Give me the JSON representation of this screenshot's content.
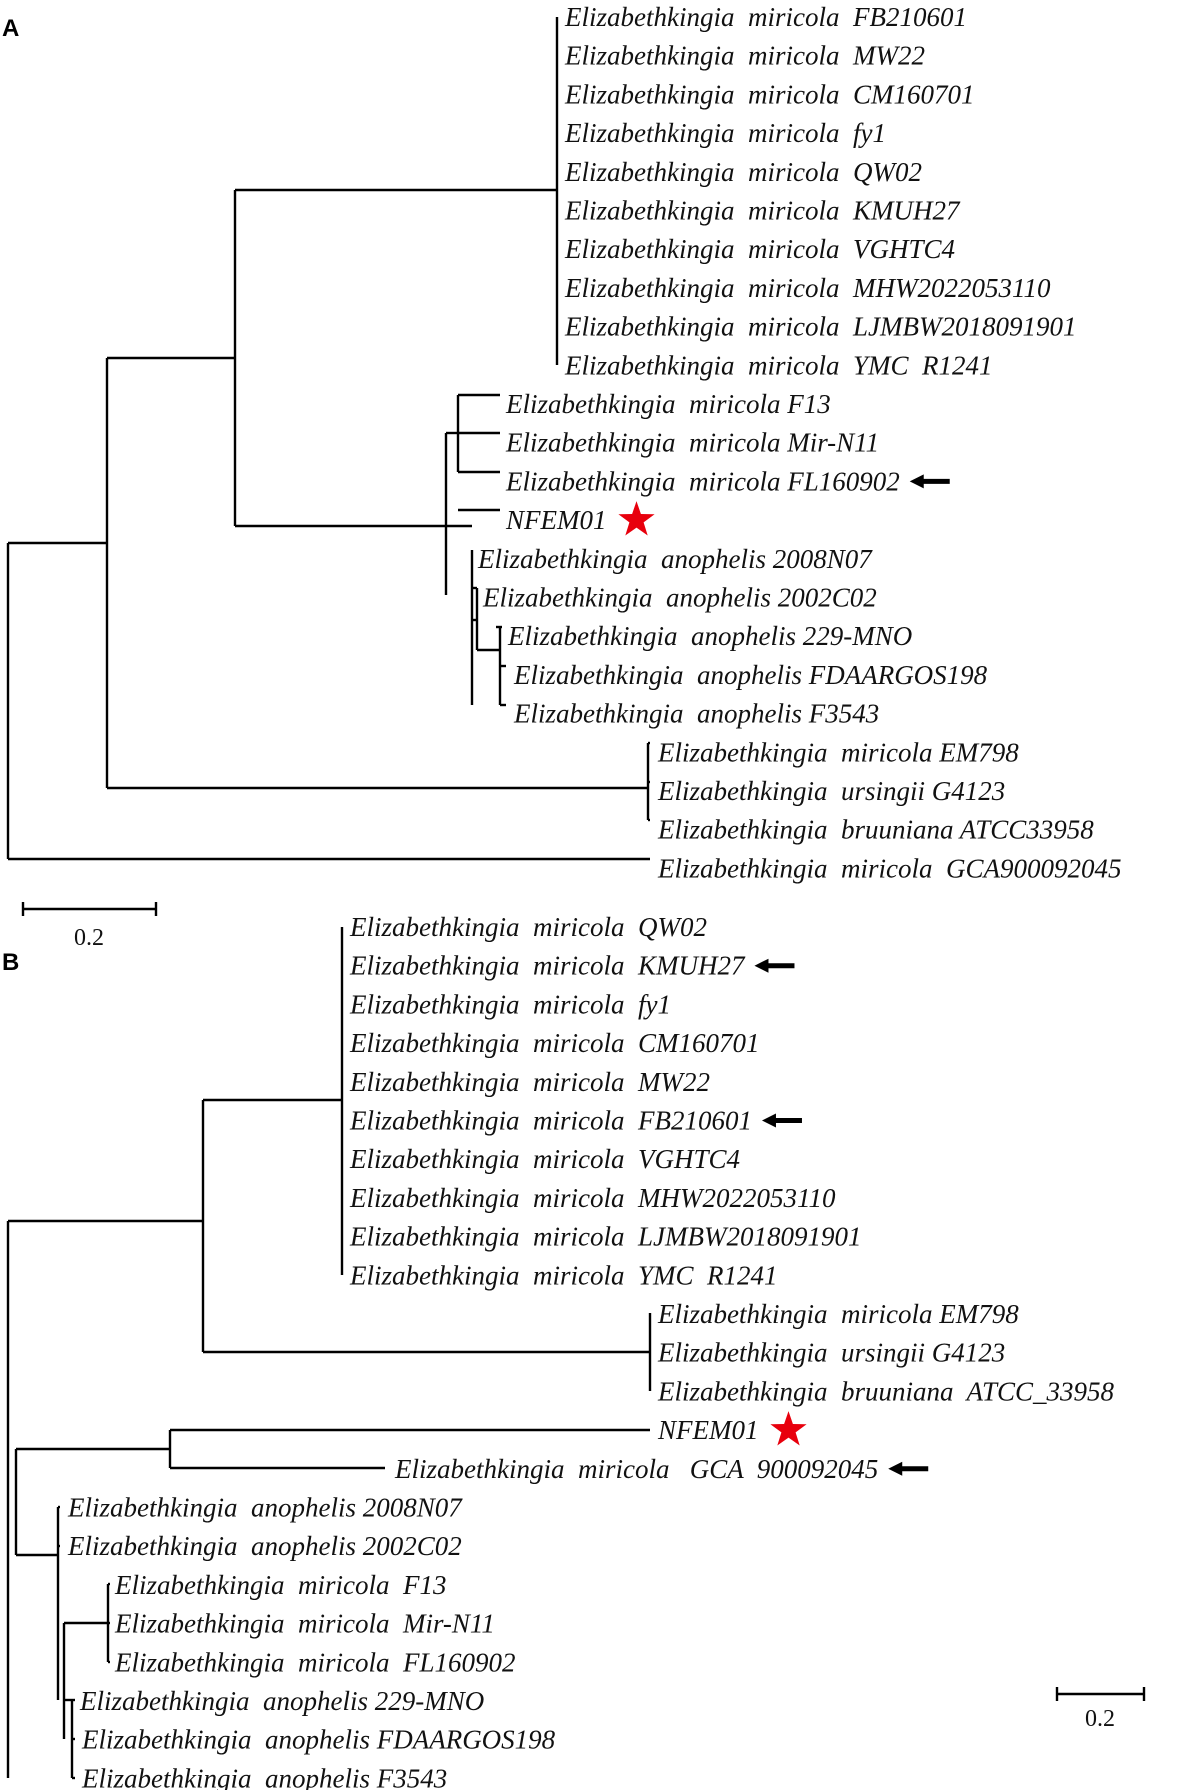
{
  "marker_color": "#e8000d",
  "panels": [
    {
      "label": "A",
      "scale_label": "0.2",
      "leaves": [
        "Elizabethkingia  miricola  FB210601",
        "Elizabethkingia  miricola  MW22",
        "Elizabethkingia  miricola  CM160701",
        "Elizabethkingia  miricola  fy1",
        "Elizabethkingia  miricola  QW02",
        "Elizabethkingia  miricola  KMUH27",
        "Elizabethkingia  miricola  VGHTC4",
        "Elizabethkingia  miricola  MHW2022053110",
        "Elizabethkingia  miricola  LJMBW2018091901",
        "Elizabethkingia  miricola  YMC  R1241",
        "Elizabethkingia  miricola F13",
        "Elizabethkingia  miricola Mir-N11",
        "Elizabethkingia  miricola FL160902",
        "NFEM01",
        "Elizabethkingia  anophelis 2008N07",
        "Elizabethkingia  anophelis 2002C02",
        "Elizabethkingia  anophelis 229-MNO",
        "Elizabethkingia  anophelis FDAARGOS198",
        "Elizabethkingia  anophelis F3543",
        "Elizabethkingia  miricola EM798",
        "Elizabethkingia  ursingii G4123",
        "Elizabethkingia  bruuniana ATCC33958",
        "Elizabethkingia  miricola  GCA900092045"
      ],
      "arrow_leaves": [
        12
      ],
      "star_leaves": [
        13
      ]
    },
    {
      "label": "B",
      "scale_label": "0.2",
      "leaves": [
        "Elizabethkingia  miricola  QW02",
        "Elizabethkingia  miricola  KMUH27",
        "Elizabethkingia  miricola  fy1",
        "Elizabethkingia  miricola  CM160701",
        "Elizabethkingia  miricola  MW22",
        "Elizabethkingia  miricola  FB210601",
        "Elizabethkingia  miricola  VGHTC4",
        "Elizabethkingia  miricola  MHW2022053110",
        "Elizabethkingia  miricola  LJMBW2018091901",
        "Elizabethkingia  miricola  YMC  R1241",
        "Elizabethkingia  miricola EM798",
        "Elizabethkingia  ursingii G4123",
        "Elizabethkingia  bruuniana  ATCC_33958",
        "NFEM01",
        "Elizabethkingia  miricola   GCA  900092045",
        "Elizabethkingia  anophelis 2008N07",
        "Elizabethkingia  anophelis 2002C02",
        "Elizabethkingia  miricola  F13",
        "Elizabethkingia  miricola  Mir-N11",
        "Elizabethkingia  miricola  FL160902",
        "Elizabethkingia  anophelis 229-MNO",
        "Elizabethkingia  anophelis FDAARGOS198",
        "Elizabethkingia  anophelis F3543"
      ],
      "arrow_leaves": [
        1,
        5,
        14
      ],
      "star_leaves": [
        13
      ]
    }
  ]
}
